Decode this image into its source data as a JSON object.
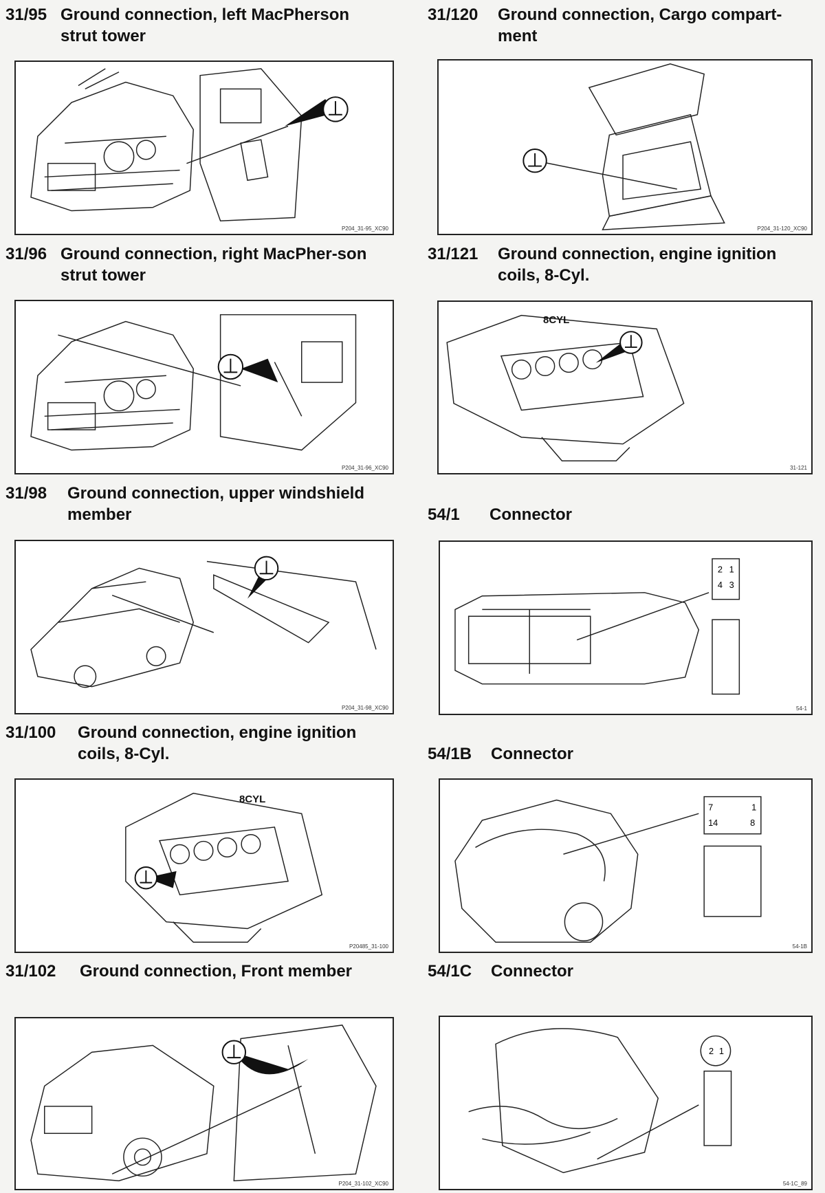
{
  "sections": [
    {
      "code": "31/95",
      "title": "Ground connection, left MacPherson strut tower",
      "ref": "P204_31-95_XC90"
    },
    {
      "code": "31/96",
      "title": "Ground connection, right MacPher-son strut tower",
      "ref": "P204_31-96_XC90"
    },
    {
      "code": "31/98",
      "title": "Ground connection, upper windshield member",
      "ref": "P204_31-98_XC90"
    },
    {
      "code": "31/100",
      "title": "Ground connection, engine ignition coils, 8-Cyl.",
      "ref": "P20485_31-100",
      "label": "8CYL"
    },
    {
      "code": "31/102",
      "title": "Ground connection, Front member",
      "ref": "P204_31-102_XC90"
    },
    {
      "code": "31/120",
      "title": "Ground connection, Cargo compart-ment",
      "ref": "P204_31-120_XC90"
    },
    {
      "code": "31/121",
      "title": "Ground connection, engine ignition coils, 8-Cyl.",
      "ref": "31-121",
      "label": "8CYL"
    },
    {
      "code": "54/1",
      "title": "Connector",
      "ref": "54-1",
      "pins": [
        "2",
        "1",
        "4",
        "3"
      ]
    },
    {
      "code": "54/1B",
      "title": "Connector",
      "ref": "54-1B",
      "pins": [
        "7",
        "1",
        "14",
        "8"
      ]
    },
    {
      "code": "54/1C",
      "title": "Connector",
      "ref": "54-1C_89",
      "pins": [
        "2",
        "1"
      ]
    }
  ],
  "icons": {
    "ground": "ground-symbol-icon"
  }
}
